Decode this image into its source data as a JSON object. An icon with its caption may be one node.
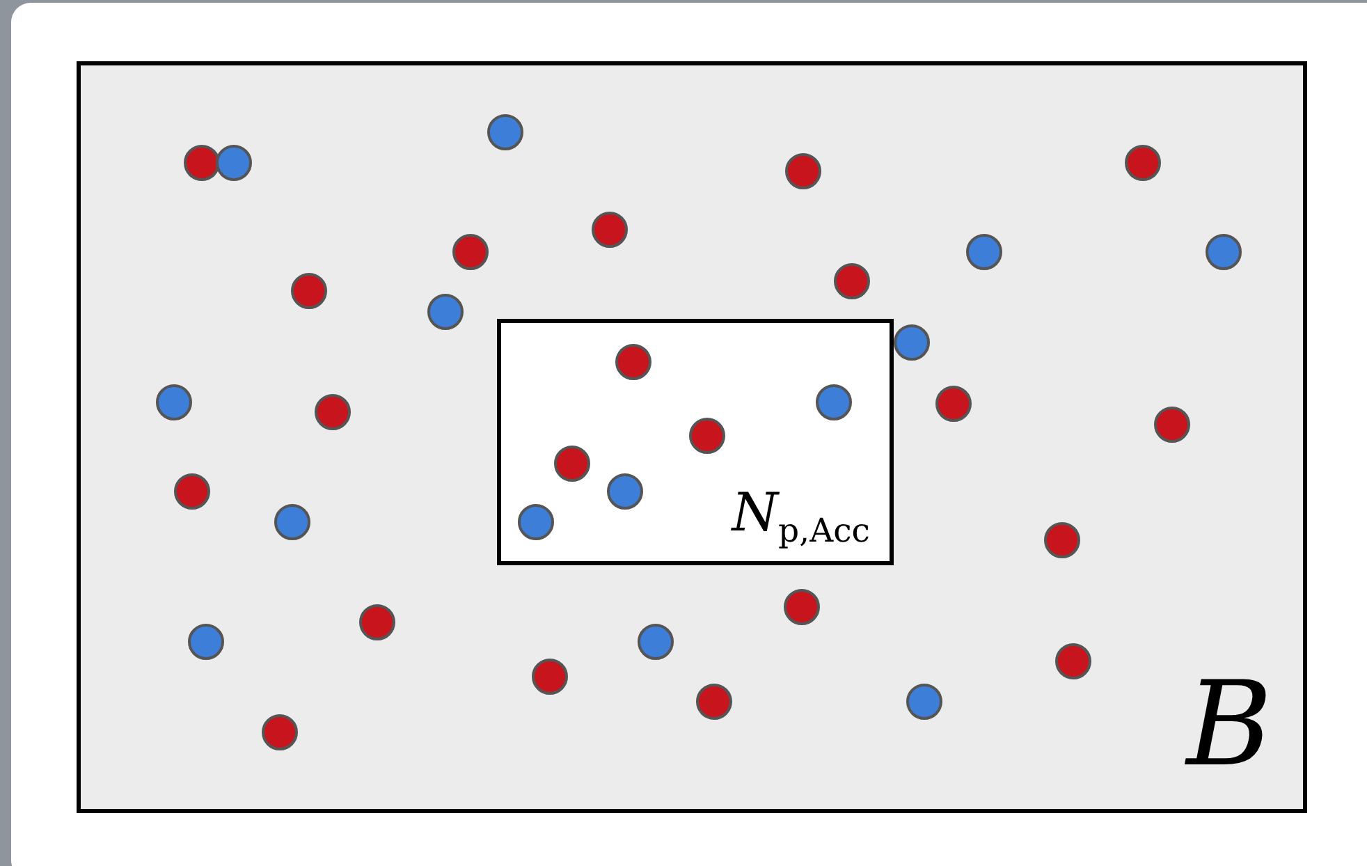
{
  "diagram": {
    "nodes": [
      {
        "text": [
          "B"
        ]
      },
      {
        "text": [
          "*N*$_{p,Acc}$"
        ],
        "in": 0
      }
    ]
  }
}
